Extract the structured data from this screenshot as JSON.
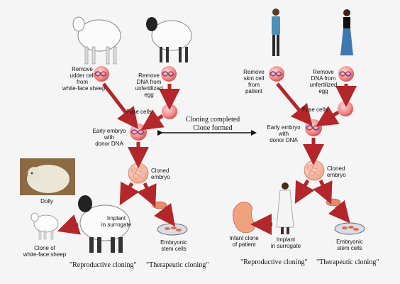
{
  "sheep_side": {
    "remove_udder_cell": [
      "Remove",
      "udder cell",
      "from",
      "white-face sheep"
    ],
    "remove_dna_egg": [
      "Remove",
      "DNA from",
      "unfertilized",
      "egg"
    ],
    "fuse_cells": "Fuse cells",
    "early_embryo": [
      "Early embryo",
      "with",
      "donor DNA"
    ],
    "cloned_embryo": [
      "Cloned",
      "embryo"
    ],
    "dolly": "Dolly",
    "implant": [
      "Implant",
      "in surrogate"
    ],
    "clone": [
      "Clone of",
      "white-face sheep"
    ],
    "stem_cells": [
      "Embryonic",
      "stem cells"
    ],
    "reproductive": "\"Reproductive cloning\"",
    "therapeutic": "\"Therapeutic cloning\""
  },
  "center": {
    "line1": "Cloning completed",
    "line2": "Clone formed"
  },
  "human_side": {
    "remove_skin_cell": [
      "Remove",
      "skin cell",
      "from",
      "patient"
    ],
    "remove_dna_egg": [
      "Remove",
      "DNA from",
      "unfertilized",
      "egg"
    ],
    "fuse_cells": "Fuse cells",
    "early_embryo": [
      "Early embryo",
      "with",
      "donor DNA"
    ],
    "cloned_embryo": [
      "Cloned",
      "embryo"
    ],
    "infant": [
      "Infant clone",
      "of patient"
    ],
    "implant": [
      "Implant",
      "in surrogate"
    ],
    "stem_cells": [
      "Embryonic",
      "stem cells"
    ],
    "reproductive": "\"Reproductive cloning\"",
    "therapeutic": "\"Therapeutic cloning\""
  },
  "colors": {
    "arrow": "#b3262a",
    "cell": "#f08a8a",
    "cell_dark": "#d94f4f",
    "background": "#f5f5f5"
  }
}
